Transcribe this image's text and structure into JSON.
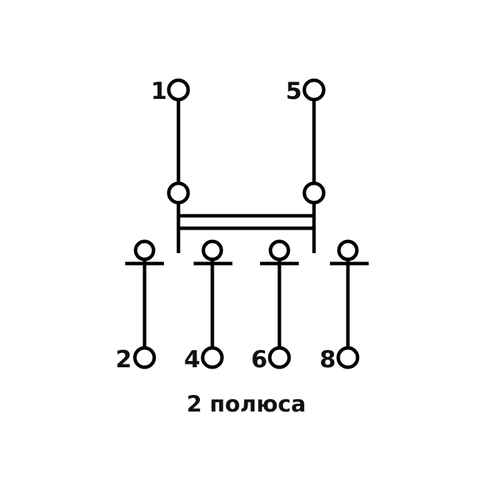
{
  "terminals": {
    "t1": "1",
    "t5": "5",
    "t2": "2",
    "t4": "4",
    "t6": "6",
    "t8": "8"
  },
  "caption": "2 полюса",
  "colors": {
    "line": "#000000",
    "background": "#ffffff"
  }
}
